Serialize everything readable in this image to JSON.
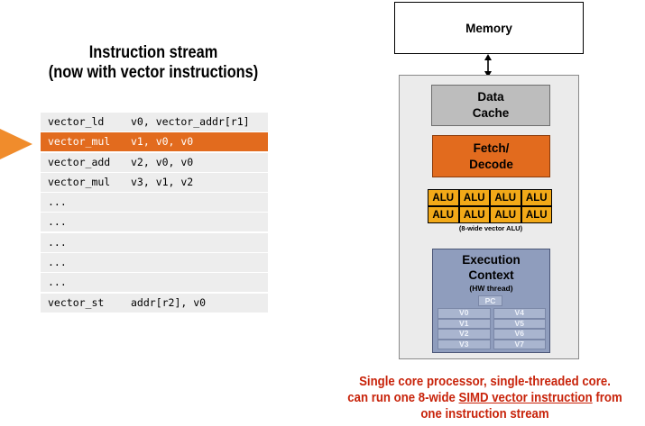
{
  "stream": {
    "title_line1": "Instruction stream",
    "title_line2": "(now with vector instructions)",
    "instructions": [
      {
        "op": "vector_ld",
        "args": "v0, vector_addr[r1]"
      },
      {
        "op": "vector_mul",
        "args": "v1, v0, v0"
      },
      {
        "op": "vector_add",
        "args": "v2, v0, v0"
      },
      {
        "op": "vector_mul",
        "args": "v3, v1, v2"
      },
      {
        "op": "...",
        "args": ""
      },
      {
        "op": "...",
        "args": ""
      },
      {
        "op": "...",
        "args": ""
      },
      {
        "op": "...",
        "args": ""
      },
      {
        "op": "...",
        "args": ""
      },
      {
        "op": "vector_st",
        "args": "addr[r2], v0"
      }
    ]
  },
  "core": {
    "memory": "Memory",
    "cache_line1": "Data",
    "cache_line2": "Cache",
    "fetch_line1": "Fetch/",
    "fetch_line2": "Decode",
    "alu_label": "ALU",
    "alu_caption": "(8-wide vector ALU)",
    "ctx_line1": "Execution",
    "ctx_line2": "Context",
    "ctx_sub": "(HW thread)",
    "pc": "PC",
    "registers": [
      "V0",
      "V4",
      "V1",
      "V5",
      "V2",
      "V6",
      "V3",
      "V7"
    ]
  },
  "caption": {
    "line1": "Single core processor, single-threaded core.",
    "line2_pre": "can run one 8-wide ",
    "line2_link": "SIMD vector instruction",
    "line2_post": " from",
    "line3": "one instruction stream"
  },
  "colors": {
    "highlight": "#e26b1e",
    "pointer": "#f08c2c",
    "alu": "#f2a918",
    "caption": "#c8230a"
  }
}
